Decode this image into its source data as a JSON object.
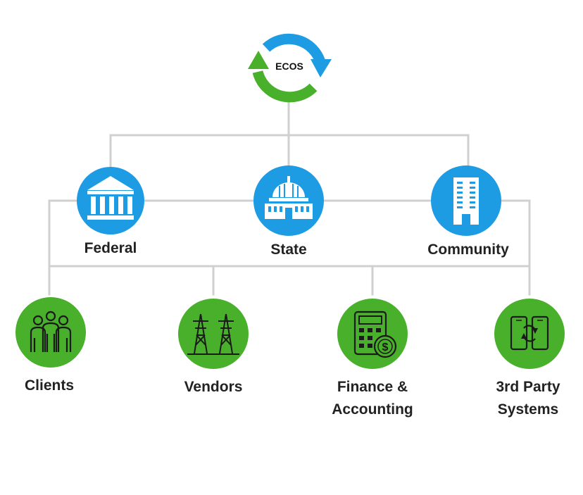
{
  "root": {
    "label": "ECOS"
  },
  "colors": {
    "primary_blue": "#1d9ce4",
    "primary_green": "#48b02b",
    "connector": "#d0d0d0",
    "icon_dark": "#1a1a1a",
    "label": "#222222"
  },
  "tier1": [
    {
      "label": "Federal",
      "icon": "government-building-icon"
    },
    {
      "label": "State",
      "icon": "capitol-dome-icon"
    },
    {
      "label": "Community",
      "icon": "office-tower-icon"
    }
  ],
  "tier2": [
    {
      "label": "Clients",
      "icon": "people-group-icon"
    },
    {
      "label": "Vendors",
      "icon": "power-towers-icon"
    },
    {
      "line1": "Finance &",
      "line2": "Accounting",
      "icon": "calculator-dollar-icon"
    },
    {
      "line1": "3rd Party",
      "line2": "Systems",
      "icon": "device-sync-icon"
    }
  ]
}
